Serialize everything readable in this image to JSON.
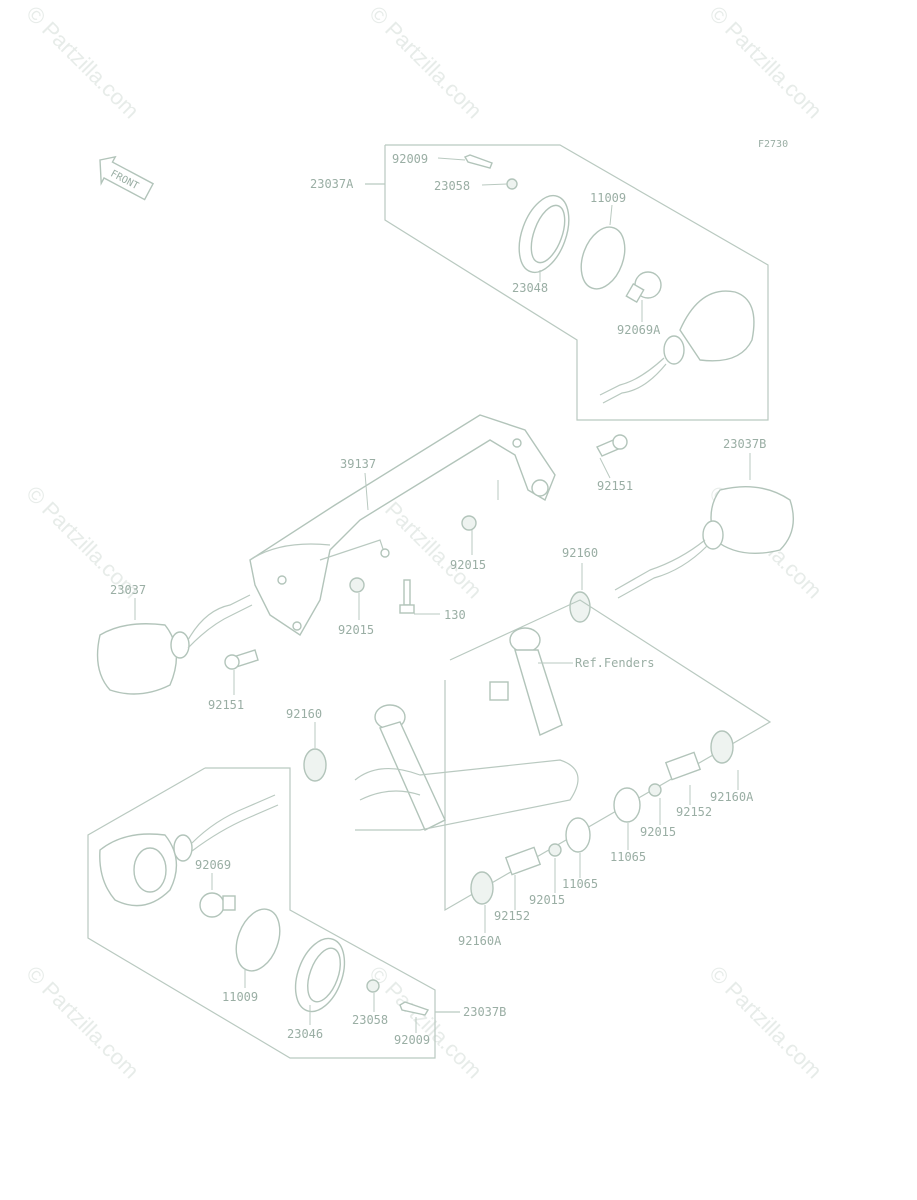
{
  "colors": {
    "line": "#b9c9c0",
    "text": "#9aaea4",
    "watermark": "#e7ece9",
    "background": "#ffffff"
  },
  "watermark": {
    "text": "© Partzilla.com"
  },
  "diagram": {
    "code": "F2730",
    "front_arrow": "FRONT",
    "ref_note": "Ref.Fenders"
  },
  "labels": [
    "92009",
    "23037A",
    "23058",
    "11009",
    "23048",
    "92069A",
    "39137",
    "92151",
    "23037B",
    "23037",
    "92015",
    "92015",
    "130",
    "92160",
    "92151",
    "92160",
    "92015",
    "92152",
    "92160A",
    "92069",
    "11065",
    "92015",
    "11065",
    "92152",
    "92160A",
    "11009",
    "23046",
    "23058",
    "92009",
    "23037B"
  ]
}
